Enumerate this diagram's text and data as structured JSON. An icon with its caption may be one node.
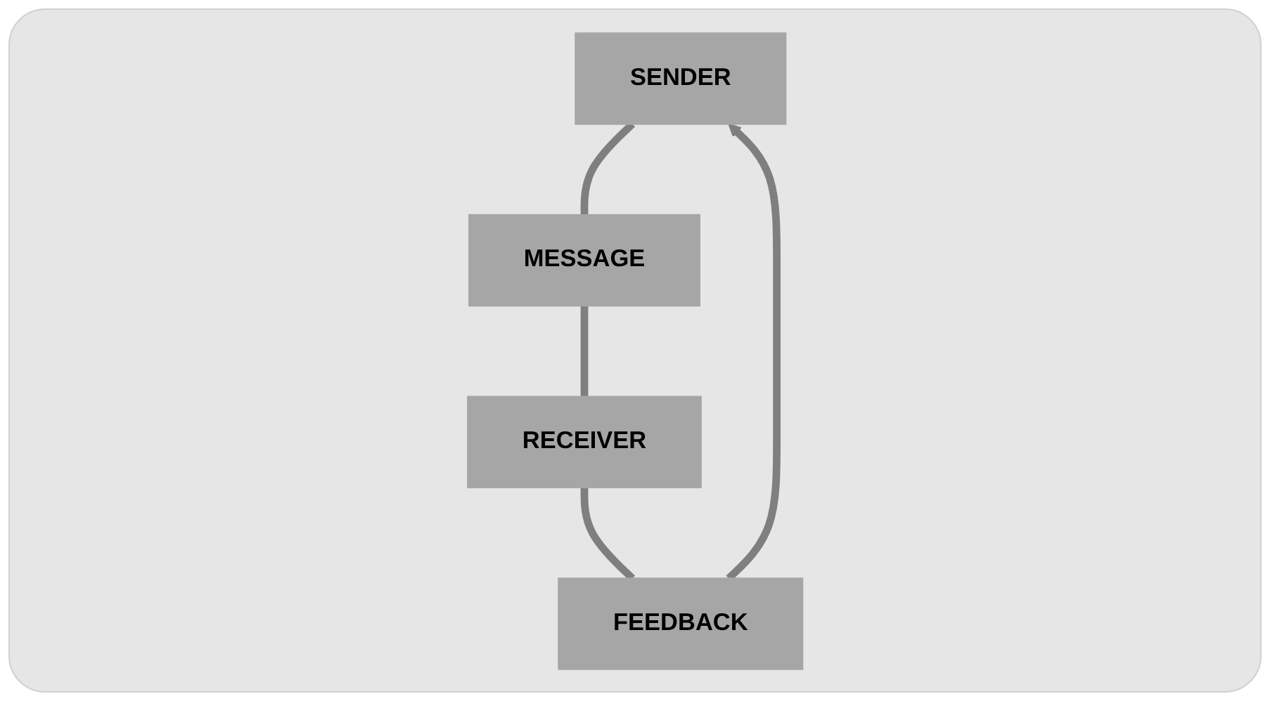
{
  "diagram": {
    "nodes": [
      {
        "text": [
          "SENDER"
        ]
      },
      {
        "text": [
          "MESSAGE"
        ]
      },
      {
        "text": [
          "RECEIVER"
        ]
      },
      {
        "text": [
          "FEEDBACK"
        ]
      }
    ],
    "edges": [
      {
        "from": 0,
        "to": 1,
        "arrow": "none"
      },
      {
        "from": 1,
        "to": 2,
        "arrow": "none"
      },
      {
        "from": 2,
        "to": 3,
        "arrow": "none"
      },
      {
        "from": 3,
        "to": 0,
        "arrow": "to"
      }
    ]
  }
}
